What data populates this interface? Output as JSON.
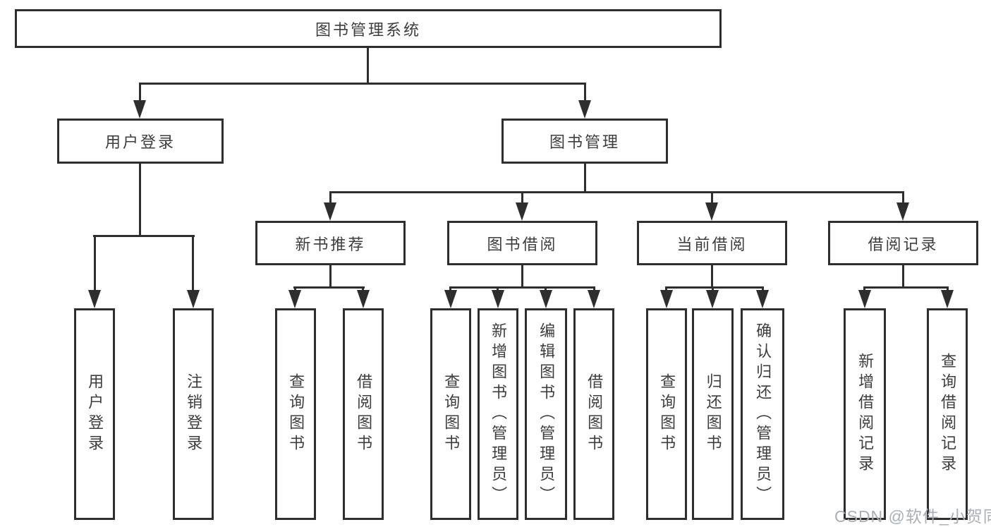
{
  "diagram": {
    "nodes": {
      "root": "图书管理系统",
      "user_login": "用户登录",
      "book_mgmt": "图书管理",
      "new_book_rec": "新书推荐",
      "book_borrow": "图书借阅",
      "current_borrow": "当前借阅",
      "borrow_record": "借阅记录",
      "leaf_user_login": "用户登录",
      "leaf_logout": "注销登录",
      "leaf_nb_query": "查询图书",
      "leaf_nb_borrow": "借阅图书",
      "leaf_bb_query": "查询图书",
      "leaf_bb_add": "新增图书（管理员）",
      "leaf_bb_edit": "编辑图书（管理员）",
      "leaf_bb_borrow": "借阅图书",
      "leaf_cb_query": "查询图书",
      "leaf_cb_return": "归还图书",
      "leaf_cb_confirm": "确认归还（管理员）",
      "leaf_br_add": "新增借阅记录",
      "leaf_br_query": "查询借阅记录"
    },
    "watermark": "CSDN @软件_小贺同学",
    "colors": {
      "line": "#2e2e2e",
      "text": "#3d3d3d",
      "watermark": "#a9b0b9",
      "background": "#ffffff"
    }
  }
}
